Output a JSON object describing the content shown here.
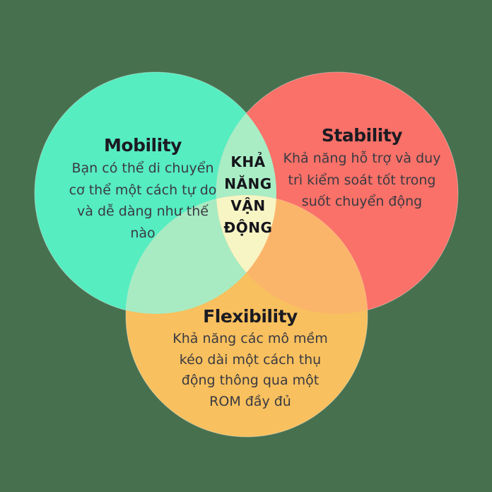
{
  "background_color": "#47704F",
  "venn": {
    "center": {
      "label_lines": [
        "KHẢ",
        "NĂNG",
        "VẬN",
        "ĐỘNG"
      ]
    },
    "sets": [
      {
        "name": "Mobility",
        "color": "#56EDC0",
        "description_lines": [
          "Bạn có thể di chuyển",
          "cơ thể một cách tự do",
          "và dễ dàng như thế",
          "nào"
        ]
      },
      {
        "name": "Stability",
        "color": "#F97168",
        "description_lines": [
          "Khả năng hỗ trợ và duy",
          "trì kiểm soát tốt trong",
          "suốt chuyển động"
        ]
      },
      {
        "name": "Flexibility",
        "color": "#F8C05E",
        "description_lines": [
          "Khả năng các mô mềm",
          "kéo dài một cách thụ",
          "động thông qua một",
          "ROM đầy đủ"
        ]
      }
    ],
    "overlap_colors": {
      "mobility_stability": "#A9EDC5",
      "mobility_flexibility": "#A8EBC2",
      "stability_flexibility": "#FBB56A",
      "all_three": "#F8F5C4"
    },
    "text_colors": {
      "heading": "#1B1B22",
      "body": "#3A3A43",
      "center": "#15151B"
    }
  }
}
